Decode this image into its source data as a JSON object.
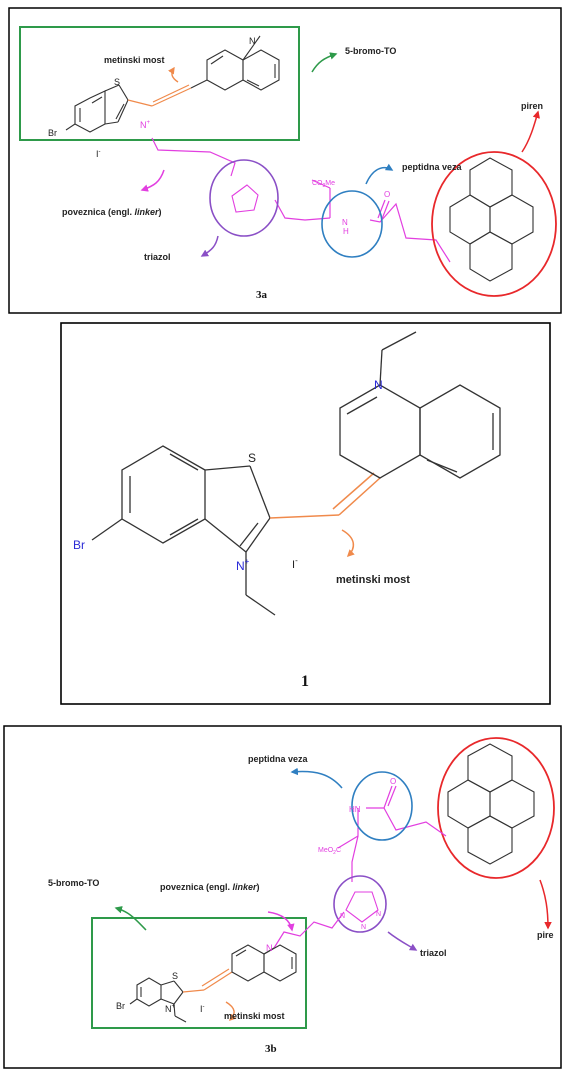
{
  "panels": {
    "a": {
      "number": "3a",
      "labels": {
        "methine": "metinski most",
        "dye": "5-bromo-TO",
        "pyrene": "piren",
        "peptide": "peptidna veza",
        "linker_prefix": "poveznica (engl. ",
        "linker_word": "linker",
        "linker_suffix": ")",
        "triazole": "triazol"
      },
      "atoms": {
        "S": "S",
        "N_plus": "N",
        "plus": "+",
        "Br": "Br",
        "iodide": "I",
        "minus": "-",
        "N": "N",
        "NH": "N",
        "H": "H",
        "O": "O",
        "ester": "CO",
        "ester_sub": "2",
        "ester_me": "Me"
      }
    },
    "b": {
      "number": "1",
      "labels": {
        "methine": "metinski most"
      },
      "atoms": {
        "S": "S",
        "N_plus": "N",
        "plus": "+",
        "Br": "Br",
        "iodide": "I",
        "minus": "-",
        "N": "N"
      }
    },
    "c": {
      "number": "3b",
      "labels": {
        "peptide": "peptidna veza",
        "dye": "5-bromo-TO",
        "linker_prefix": "poveznica (engl. ",
        "linker_word": "linker",
        "linker_suffix": ")",
        "pyrene": "pire",
        "triazole": "triazol",
        "methine": "metinski most"
      },
      "atoms": {
        "S": "S",
        "N_plus": "N",
        "plus": "+",
        "Br": "Br",
        "iodide": "I",
        "minus": "-",
        "N": "N",
        "HN": "HN",
        "O": "O",
        "ester_pre": "MeO",
        "ester_sub": "2",
        "ester_c": "C"
      }
    }
  },
  "colors": {
    "green": "#2e9a4a",
    "red": "#e8282b",
    "blue": "#2f7fc1",
    "purple": "#8a4fc6",
    "magenta": "#e23fe0",
    "orange": "#f08a4b",
    "bond": "#333333",
    "bromine": "#2b2bd6",
    "nitrogen": "#2a2ad8"
  }
}
